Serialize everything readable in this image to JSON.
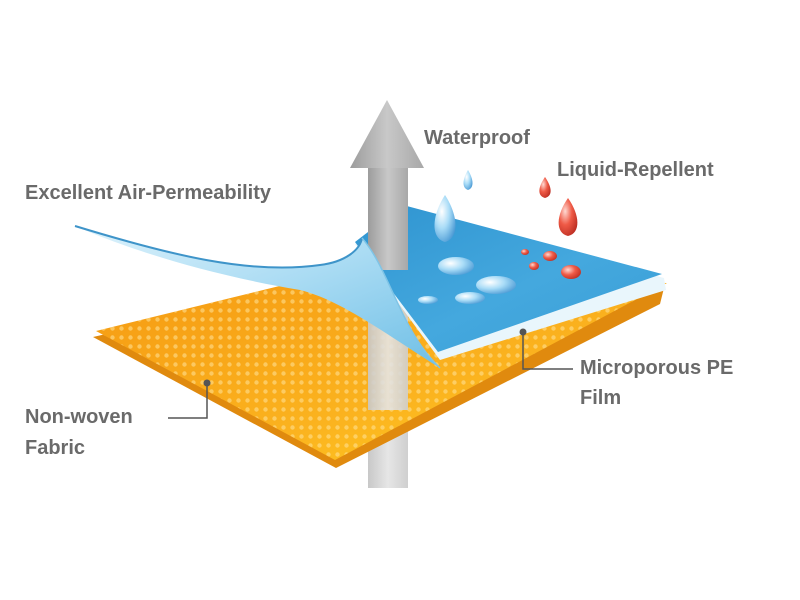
{
  "labels": {
    "air_permeability": "Excellent Air-Permeability",
    "waterproof": "Waterproof",
    "liquid_repellent": "Liquid-Repellent",
    "pe_film_line1": "Microporous PE",
    "pe_film_line2": "Film",
    "non_woven_line1": "Non-woven",
    "non_woven_line2": "Fabric"
  },
  "colors": {
    "label_text": "#6a6a6a",
    "fabric_orange": "#f7a21b",
    "fabric_yellow": "#ffd21e",
    "film_blue": "#3aa0d8",
    "film_light": "#bfe6f8",
    "arrow_gray": "#b4b4b4",
    "water_drop": "#8fd0f5",
    "liquid_drop": "#e2453a",
    "leader_line": "#555555"
  },
  "icons": {
    "air_flow": "up-arrow-icon",
    "water": "water-drop-icon",
    "liquid": "red-drop-icon"
  }
}
